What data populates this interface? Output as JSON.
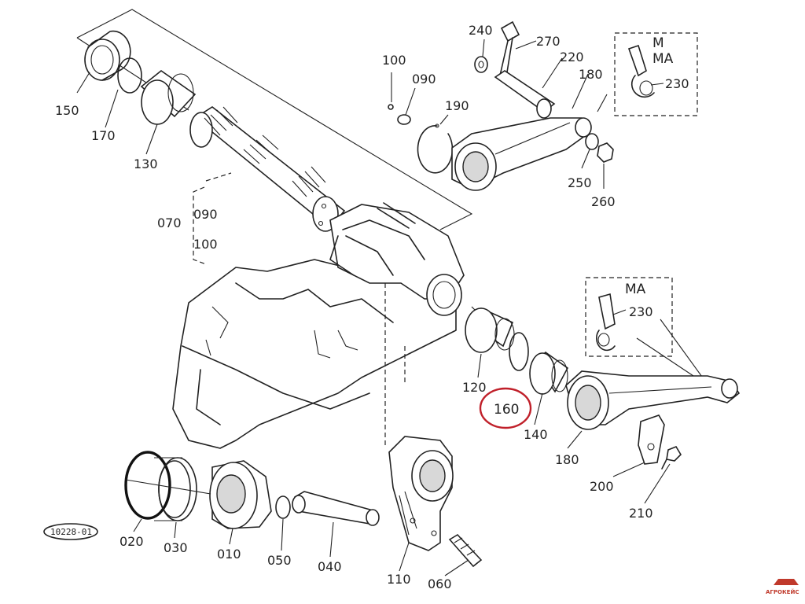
{
  "drawing_code": "10228-01",
  "watermark": "АГРОКЕЙС",
  "highlight_color": "#c0202a",
  "highlighted_part": "160",
  "option_boxes": {
    "top": {
      "line1": "M",
      "line2": "MA"
    },
    "mid": {
      "line1": "MA"
    }
  },
  "labels": {
    "p150": "150",
    "p170": "170",
    "p130": "130",
    "p070": "070",
    "p090a": "090",
    "p100a": "100",
    "p100b": "100",
    "p090b": "090",
    "p190": "190",
    "p240": "240",
    "p270": "270",
    "p220": "220",
    "p180a": "180",
    "p230a": "230",
    "p250": "250",
    "p260": "260",
    "p230b": "230",
    "p120": "120",
    "p160": "160",
    "p140": "140",
    "p180b": "180",
    "p200": "200",
    "p210": "210",
    "p020": "020",
    "p030": "030",
    "p010": "010",
    "p050": "050",
    "p040": "040",
    "p110": "110",
    "p060": "060"
  }
}
